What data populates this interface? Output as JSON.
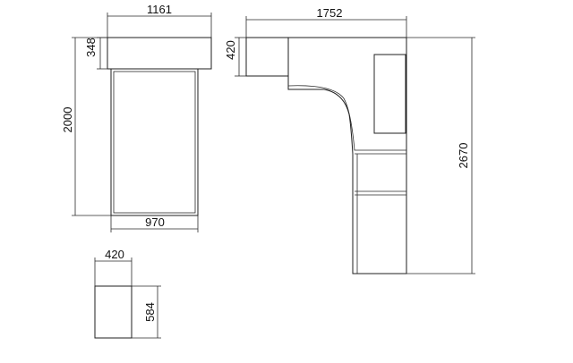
{
  "drawing": {
    "bed_view": {
      "width_top": "1161",
      "depth_top": "348",
      "height": "2000",
      "width_bottom": "970"
    },
    "corner_unit": {
      "width": "1752",
      "depth_top": "420",
      "height": "2670"
    },
    "small_unit": {
      "width": "420",
      "height": "584"
    }
  }
}
